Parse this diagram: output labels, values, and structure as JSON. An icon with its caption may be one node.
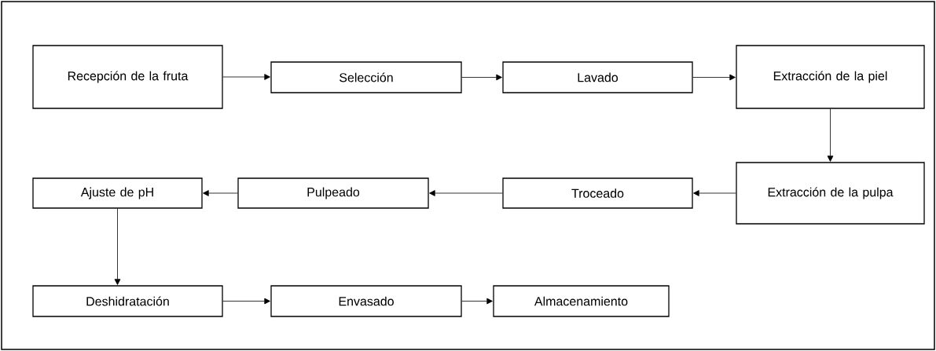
{
  "diagram": {
    "nodes": [
      {
        "text": [
          "Recepción de la fruta"
        ]
      },
      {
        "text": [
          "Selección"
        ]
      },
      {
        "text": [
          "Lavado"
        ]
      },
      {
        "text": [
          "Extracción de la piel"
        ]
      },
      {
        "text": [
          "Extracción de la pulpa"
        ]
      },
      {
        "text": [
          "Troceado"
        ]
      },
      {
        "text": [
          "Pulpeado"
        ]
      },
      {
        "text": [
          "Ajuste de pH"
        ]
      },
      {
        "text": [
          "Deshidratación"
        ]
      },
      {
        "text": [
          "Envasado"
        ]
      },
      {
        "text": [
          "Almacenamiento"
        ]
      }
    ],
    "edges": [
      {
        "from": 0,
        "to": 1,
        "arrow": "to"
      },
      {
        "from": 1,
        "to": 2,
        "arrow": "to"
      },
      {
        "from": 2,
        "to": 3,
        "arrow": "to"
      },
      {
        "from": 3,
        "to": 4,
        "arrow": "to"
      },
      {
        "from": 4,
        "to": 5,
        "arrow": "to"
      },
      {
        "from": 5,
        "to": 6,
        "arrow": "to"
      },
      {
        "from": 6,
        "to": 7,
        "arrow": "to"
      },
      {
        "from": 7,
        "to": 8,
        "arrow": "to"
      },
      {
        "from": 8,
        "to": 9,
        "arrow": "to"
      },
      {
        "from": 9,
        "to": 10,
        "arrow": "to"
      }
    ]
  }
}
